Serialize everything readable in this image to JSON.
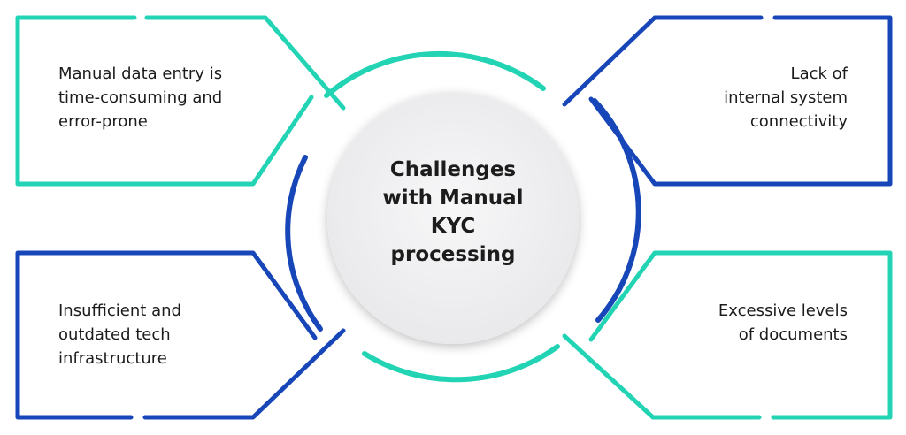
{
  "colors": {
    "teal": "#22d3b4",
    "blue": "#1746b8",
    "center_fill": "#f0f0f2",
    "text": "#1c1c1c"
  },
  "center": {
    "title_lines": [
      "Challenges",
      "with Manual",
      "KYC",
      "processing"
    ]
  },
  "boxes": {
    "top_left": {
      "lines": [
        "Manual data entry is",
        "time-consuming and",
        "error-prone"
      ]
    },
    "top_right": {
      "lines": [
        "Lack of",
        "internal system",
        "connectivity"
      ]
    },
    "bottom_left": {
      "lines": [
        "Insufficient and",
        "outdated tech",
        "infrastructure"
      ]
    },
    "bottom_right": {
      "lines": [
        "Excessive levels",
        "of documents"
      ]
    }
  }
}
